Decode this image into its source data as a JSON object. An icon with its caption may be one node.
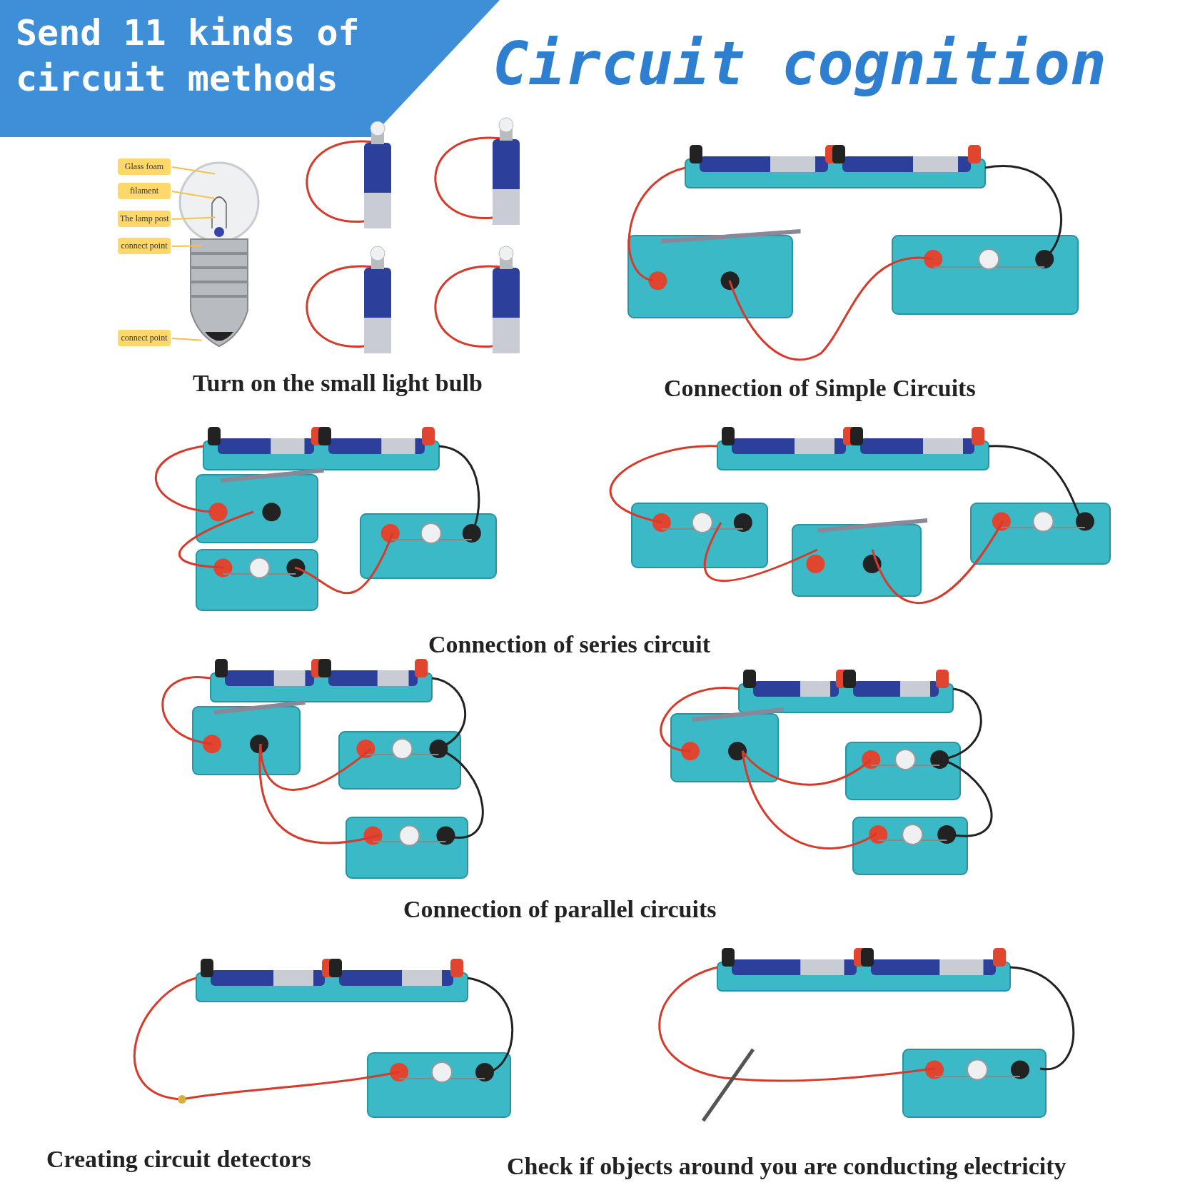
{
  "diagram": {
    "title": "Circuit cognition",
    "nodes": [
      {
        "text": [
          "Glass foam"
        ]
      },
      {
        "text": [
          "filament"
        ]
      },
      {
        "text": [
          "The lamp post"
        ]
      },
      {
        "text": [
          "connect point"
        ]
      },
      {
        "text": [
          "connect point"
        ]
      },
      {
        "text": [],
        "shape": "picture"
      }
    ],
    "edges": [
      {
        "from": 0,
        "to": 5,
        "arrow": "none"
      },
      {
        "from": 1,
        "to": 5,
        "arrow": "none"
      },
      {
        "from": 2,
        "to": 5,
        "arrow": "none"
      },
      {
        "from": 3,
        "to": 5,
        "arrow": "none"
      },
      {
        "from": 4,
        "to": 5,
        "arrow": "none"
      }
    ],
    "labels": [
      "Send 11 kinds of circuit methods",
      "Turn on the small light bulb",
      "Connection of Simple Circuits",
      "Connection of series circuit",
      "Connection of parallel circuits",
      "Creating circuit detectors",
      "Check if objects around you are conducting electricity"
    ]
  }
}
